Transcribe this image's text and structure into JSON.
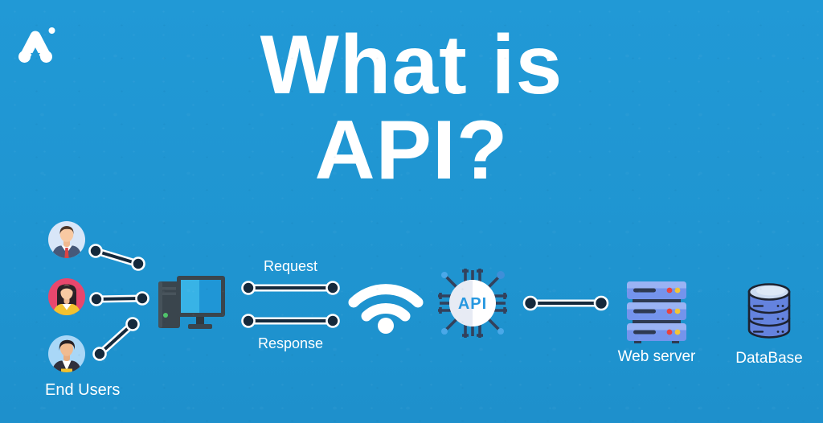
{
  "header": {
    "title_line1": "What is",
    "title_line2": "API?"
  },
  "brand": {
    "logo_icon": "company-a-mark-with-dot"
  },
  "flow": {
    "end_users": {
      "label": "End Users",
      "avatars": [
        {
          "icon": "businessman-avatar"
        },
        {
          "icon": "businesswoman-avatar"
        },
        {
          "icon": "young-man-avatar"
        }
      ]
    },
    "client_computer": {
      "icon": "desktop-computer"
    },
    "request_label": "Request",
    "response_label": "Response",
    "network": {
      "icon": "wifi-signal"
    },
    "api_chip": {
      "label": "API",
      "icon": "api-circuit-chip"
    },
    "web_server": {
      "label": "Web server",
      "icon": "server-rack"
    },
    "database": {
      "label": "DataBase",
      "icon": "database-cylinder"
    }
  },
  "colors": {
    "background": "#1f95d1",
    "title_text": "#ffffff",
    "connector_dark": "#15293c",
    "connector_outline": "#ffffff",
    "avatar1_bg": "#d8e6f8",
    "avatar2_bg": "#e8476d",
    "avatar3_bg": "#a9d7f7",
    "server_blue": "#7494ec",
    "database_blue": "#6483de",
    "api_text_blue": "#2798e0",
    "screen_blue_light": "#38b3e6",
    "screen_blue_dark": "#1f96d6"
  }
}
